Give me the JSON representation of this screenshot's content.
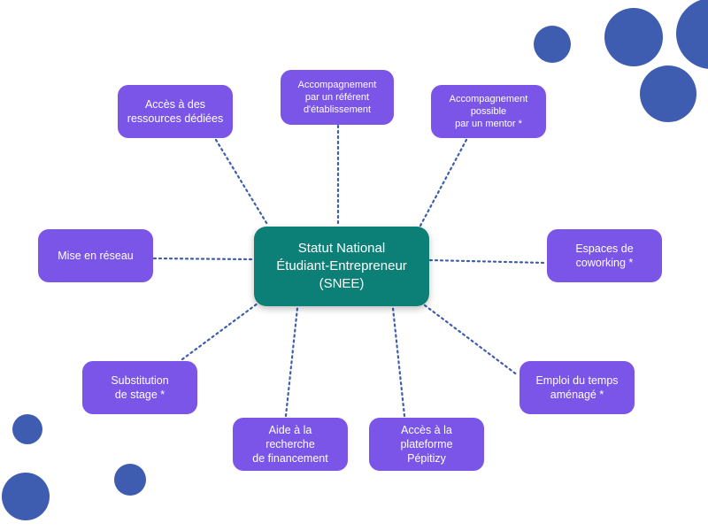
{
  "diagram": {
    "center": {
      "label": "Statut National\nÉtudiant-Entrepreneur\n(SNEE)"
    },
    "nodes": {
      "ressources": {
        "label": "Accès à des\nressources dédiées"
      },
      "referent": {
        "label": "Accompagnement\npar un référent\nd'établissement"
      },
      "mentor": {
        "label": "Accompagnement\npossible\npar un mentor *"
      },
      "reseau": {
        "label": "Mise en réseau"
      },
      "coworking": {
        "label": "Espaces de\ncoworking *"
      },
      "stage": {
        "label": "Substitution\nde stage *"
      },
      "emploi": {
        "label": "Emploi du temps\naménagé *"
      },
      "finance": {
        "label": "Aide à la\nrecherche\nde financement"
      },
      "pepitizy": {
        "label": "Accès à la\nplateforme\nPépitizy"
      }
    }
  },
  "colors": {
    "center_fill": "#0c7f77",
    "node_fill": "#7a55e8",
    "connector": "#3e5db0",
    "decor_circle": "#3e5db0",
    "text": "#ffffff"
  }
}
